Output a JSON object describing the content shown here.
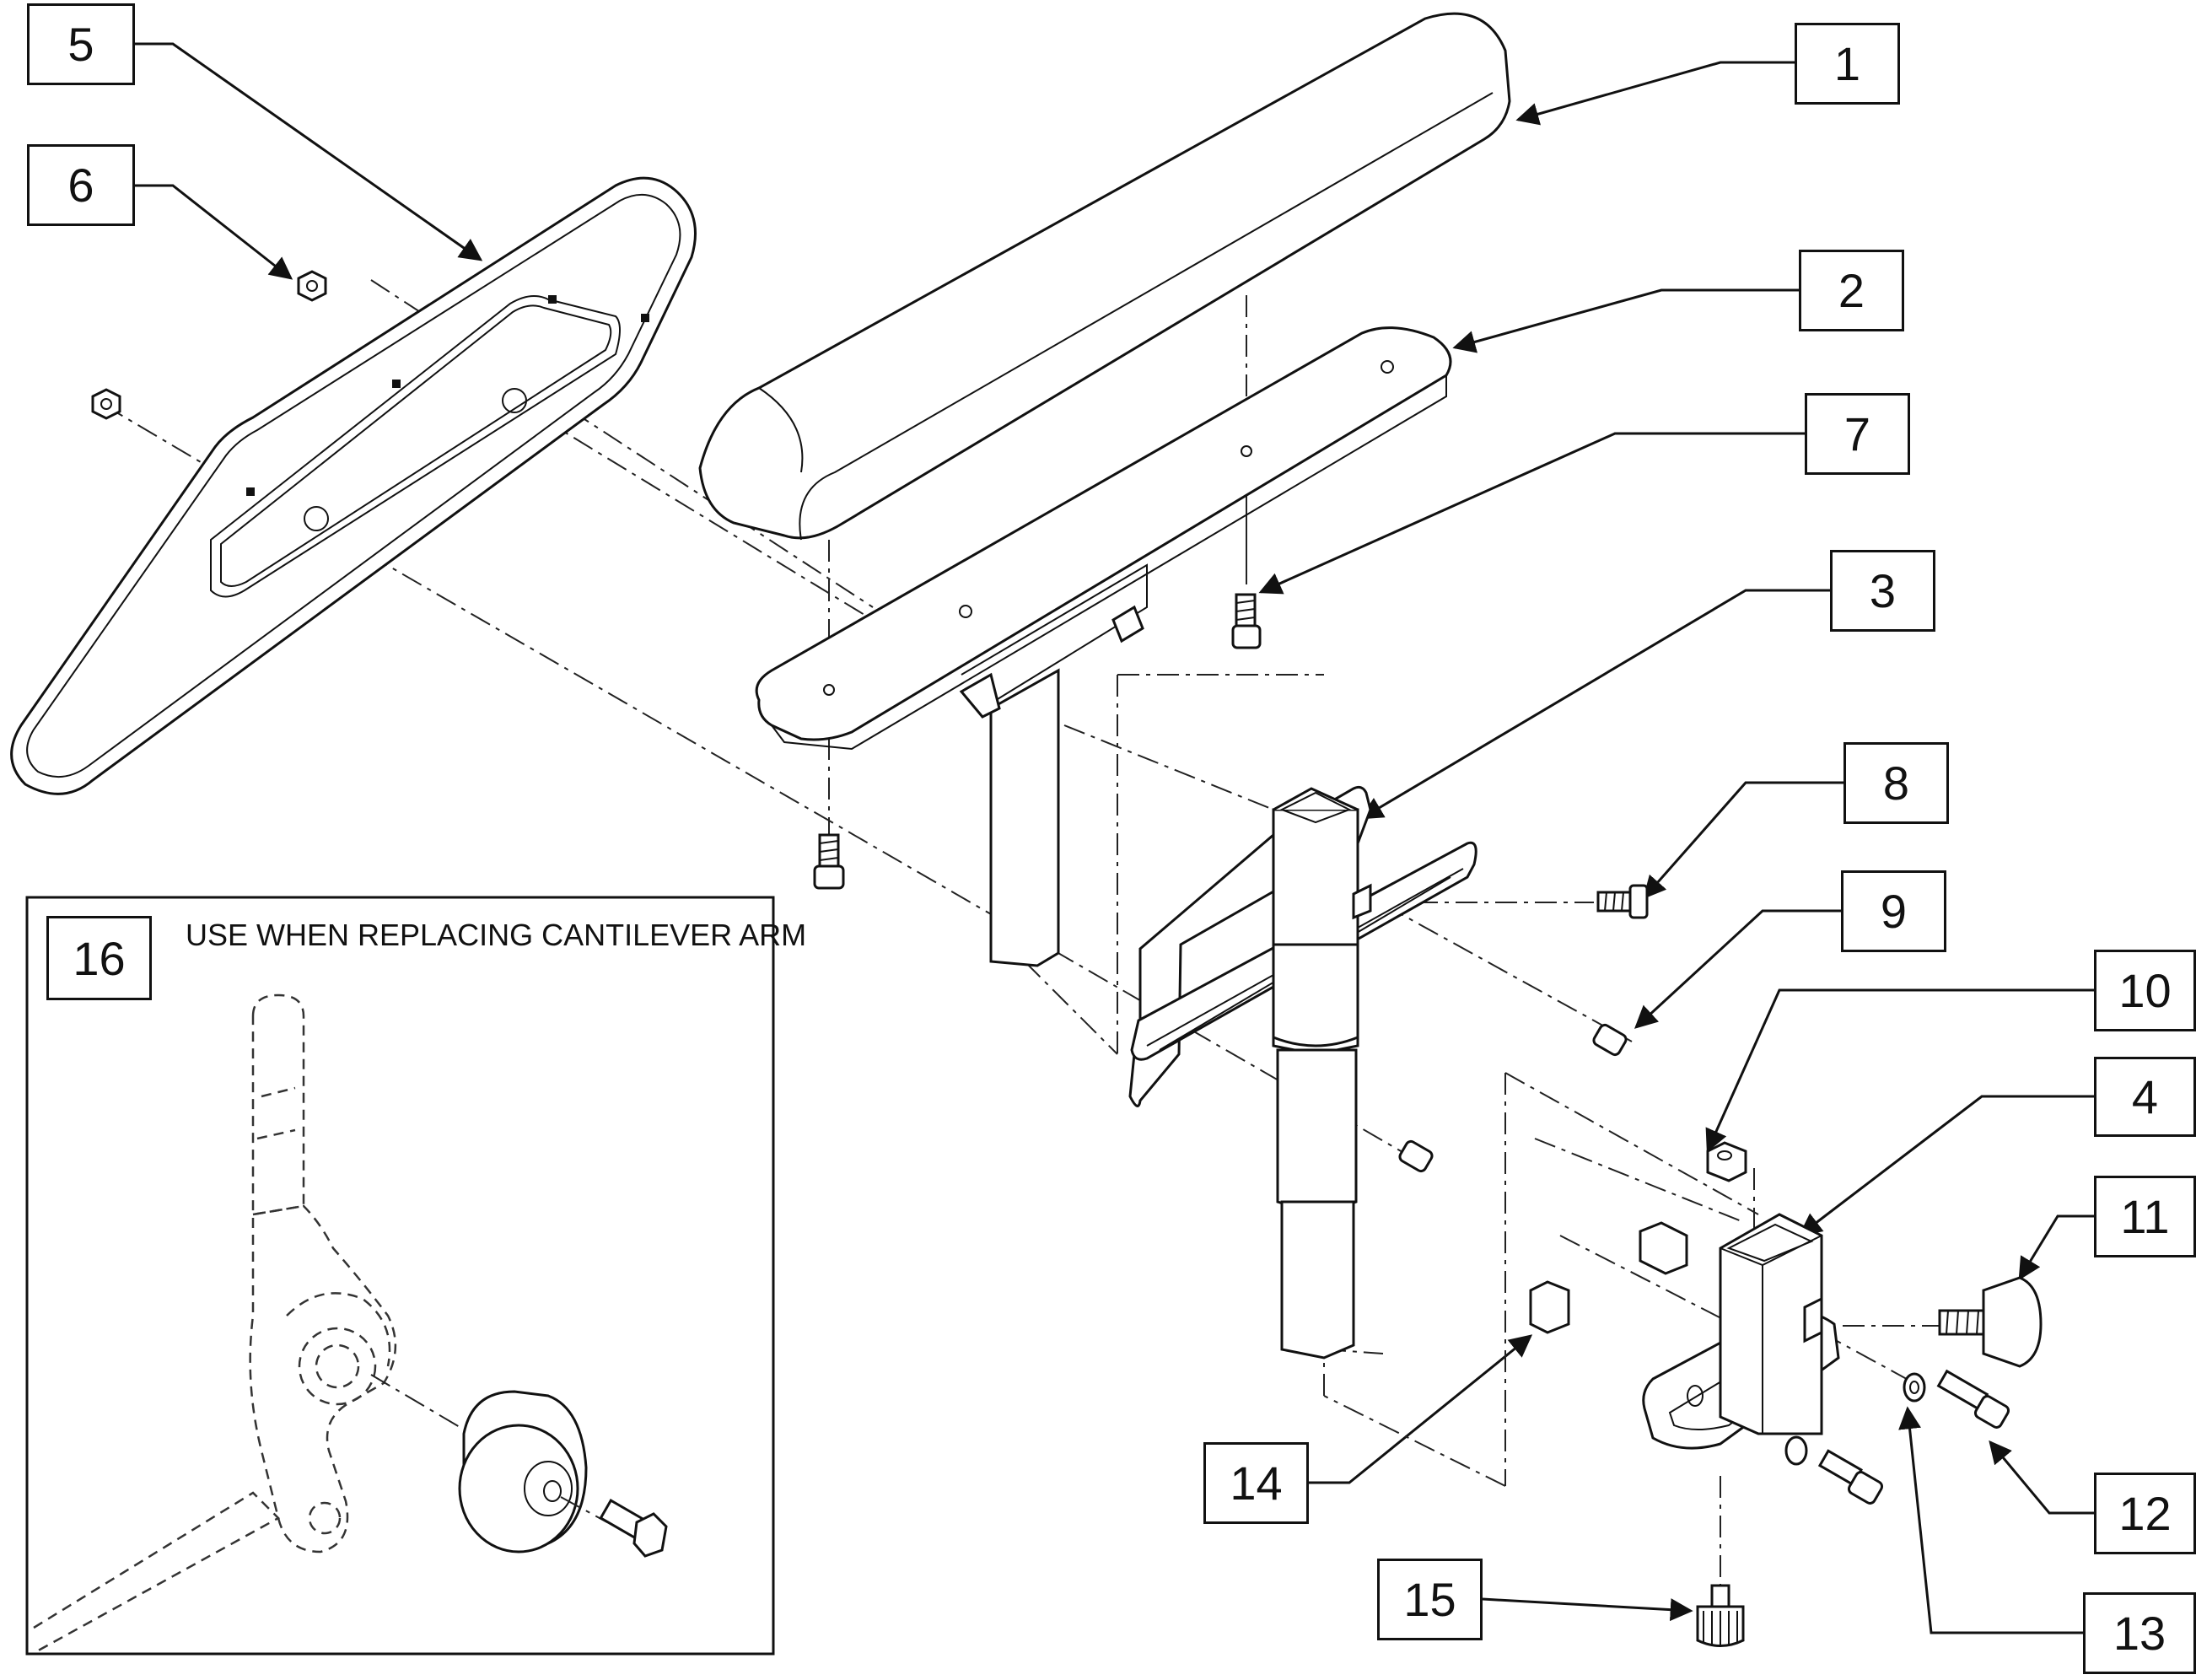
{
  "callouts": [
    "1",
    "2",
    "3",
    "4",
    "5",
    "6",
    "7",
    "8",
    "9",
    "10",
    "11",
    "12",
    "13",
    "14",
    "15",
    "16"
  ],
  "inset": {
    "note": "USE WHEN REPLACING CANTILEVER ARM"
  },
  "colors": {
    "line": "#111111",
    "background": "#ffffff"
  }
}
